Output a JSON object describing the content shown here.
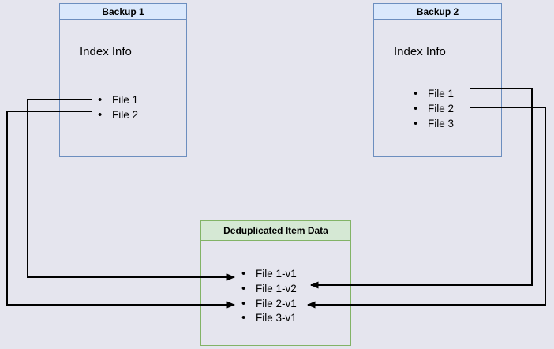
{
  "diagram": {
    "title_hint": "Backup deduplication diagram",
    "backup1": {
      "title": "Backup 1",
      "subtitle": "Index Info",
      "files": [
        "File 1",
        "File 2"
      ]
    },
    "backup2": {
      "title": "Backup 2",
      "subtitle": "Index Info",
      "files": [
        "File 1",
        "File 2",
        "File 3"
      ]
    },
    "dedup": {
      "title": "Deduplicated Item Data",
      "items": [
        "File 1-v1",
        "File 1-v2",
        "File 2-v1",
        "File 3-v1"
      ]
    },
    "connections": [
      {
        "from": "Backup 1 / File 1",
        "to": "File 1-v1"
      },
      {
        "from": "Backup 1 / File 2",
        "to": "File 2-v1"
      },
      {
        "from": "Backup 2 / File 1",
        "to": "File 1-v2"
      },
      {
        "from": "Backup 2 / File 2",
        "to": "File 2-v1"
      }
    ],
    "colors": {
      "background": "#e5e5ee",
      "blue_border": "#6c8ebf",
      "blue_header_fill": "#dae8fc",
      "green_border": "#82b366",
      "green_header_fill": "#d5e8d4",
      "connector": "#000000",
      "text": "#000000"
    }
  }
}
